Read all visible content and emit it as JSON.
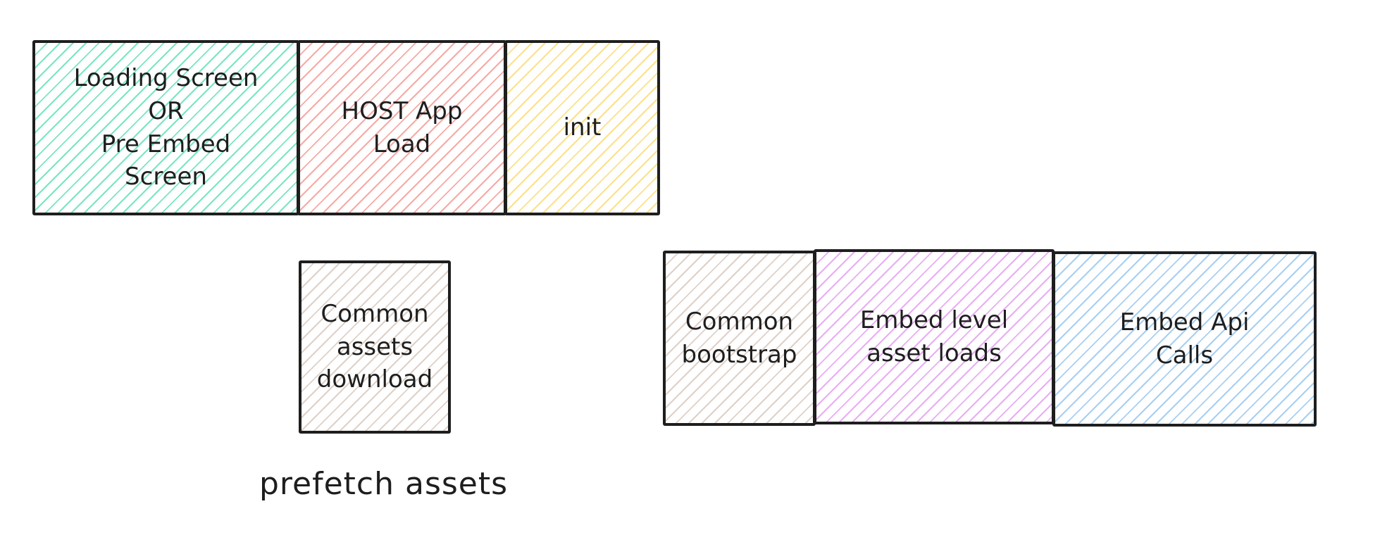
{
  "diagram": {
    "background_color": "#ffffff",
    "stroke_color": "#1e1e1e",
    "text_color": "#1e1e1e",
    "boxes": [
      {
        "id": "loading-screen",
        "label": "Loading Screen\nOR\nPre Embed\nScreen",
        "hatch_color": "#78e6c3",
        "hatch_style": "diagonal"
      },
      {
        "id": "host-app-load",
        "label": "HOST App\nLoad",
        "hatch_color": "#f5aaa6",
        "hatch_style": "diagonal"
      },
      {
        "id": "init",
        "label": "init",
        "hatch_color": "#fce189",
        "hatch_style": "diagonal"
      },
      {
        "id": "common-assets-download",
        "label": "Common\nassets\ndownload",
        "hatch_color": "#ded1c8",
        "hatch_style": "diagonal"
      },
      {
        "id": "common-bootstrap",
        "label": "Common\nbootstrap",
        "hatch_color": "#ded1c8",
        "hatch_style": "diagonal"
      },
      {
        "id": "embed-level-asset-loads",
        "label": "Embed level\nasset loads",
        "hatch_color": "#e7aef3",
        "hatch_style": "diagonal"
      },
      {
        "id": "embed-api-calls",
        "label": "Embed Api\nCalls",
        "hatch_color": "#a8cff2",
        "hatch_style": "diagonal"
      }
    ],
    "caption": "prefetch assets"
  }
}
